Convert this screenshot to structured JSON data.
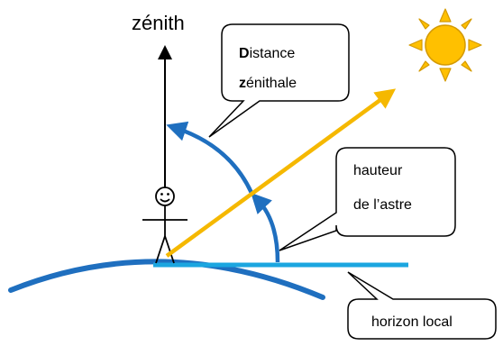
{
  "zenith_label": "zénith",
  "callouts": {
    "zenith_distance": {
      "line1_bold": "D",
      "line1_rest": "istance",
      "line2_bold": "z",
      "line2_rest": "énithale"
    },
    "altitude": {
      "line1": "hauteur",
      "line2": "de l’astre"
    },
    "horizon": {
      "text": "horizon local"
    }
  },
  "colors": {
    "earth_arc": "#1F6FBF",
    "horizon_line": "#1BA6E0",
    "star_ray": "#F5B800",
    "sun_fill": "#FFC000",
    "sun_stroke": "#D49A00",
    "zenith_arrow": "#000000",
    "callout_stroke": "#000000"
  },
  "icons": {
    "observer": "stick-figure-smiley-icon",
    "sun": "sun-icon"
  }
}
